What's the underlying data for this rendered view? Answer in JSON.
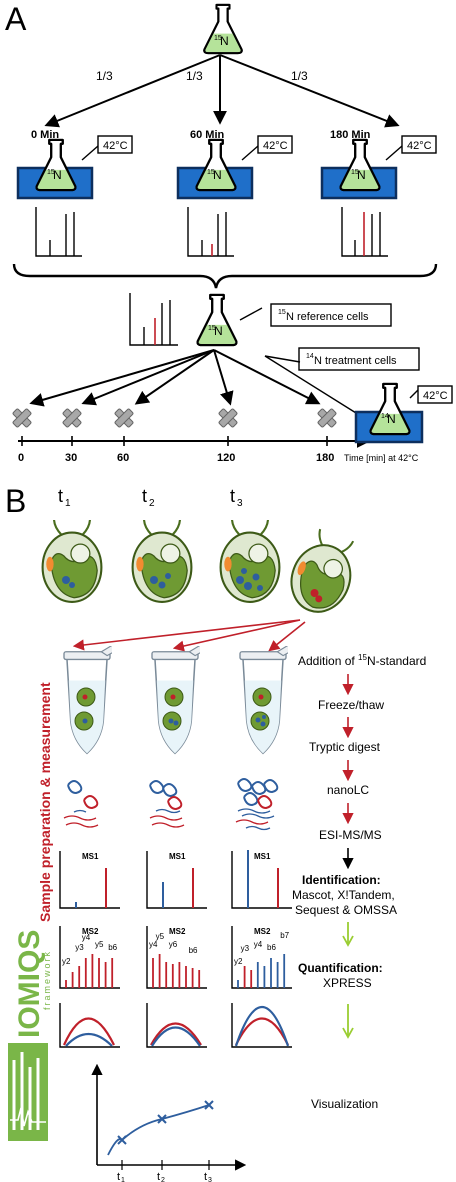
{
  "panel_a": {
    "label": "A",
    "fraction": "1/3",
    "times": [
      "0 Min",
      "60 Min",
      "180 Min"
    ],
    "temp": "42°C",
    "isotope_15": "15",
    "isotope_14": "14",
    "n_letter": "N",
    "ref_label_sup": "15",
    "ref_label": "N reference cells",
    "treat_label_sup": "14",
    "treat_label": "N treatment cells",
    "timeline_ticks": [
      "0",
      "30",
      "60",
      "120",
      "180"
    ],
    "timeline_label": "Time [min] at 42°C"
  },
  "panel_b": {
    "label": "B",
    "t1": "t",
    "t1_sub": "1",
    "t2": "t",
    "t2_sub": "2",
    "t3": "t",
    "t3_sub": "3",
    "side_label": "Sample preparation & measurement",
    "logo_text": "IOMIQS",
    "logo_sub": "framework",
    "ms1": "MS1",
    "ms2": "MS2",
    "ms2_peaks_1": [
      "y2",
      "y3",
      "y4",
      "y5",
      "b6"
    ],
    "ms2_peaks_2": [
      "y4",
      "y5",
      "y6",
      "b6"
    ],
    "ms2_peaks_3": [
      "y2",
      "y3",
      "y4",
      "b6",
      "b7"
    ],
    "steps": {
      "addition_pre": "Addition of ",
      "addition_sup": "15",
      "addition_post": "N-standard",
      "freeze": "Freeze/thaw",
      "tryptic": "Tryptic digest",
      "nanolc": "nanoLC",
      "esi": "ESI-MS/MS",
      "ident_title": "Identification:",
      "ident_l1": "Mascot, X!Tandem,",
      "ident_l2": "Sequest & OMSSA",
      "quant_title": "Quantification:",
      "quant_l1": "XPRESS",
      "visual": "Visualization"
    },
    "axis_t": "t",
    "axis_t_subs": [
      "1",
      "2",
      "3"
    ]
  },
  "colors": {
    "red": "#c0202a",
    "blue": "#2e5e9e",
    "green_flask": "#b5e39a",
    "bath": "#1f6fc9",
    "cell_green": "#5d8a2a",
    "lime_arrow": "#9acd32",
    "logo_green": "#7ab648"
  }
}
